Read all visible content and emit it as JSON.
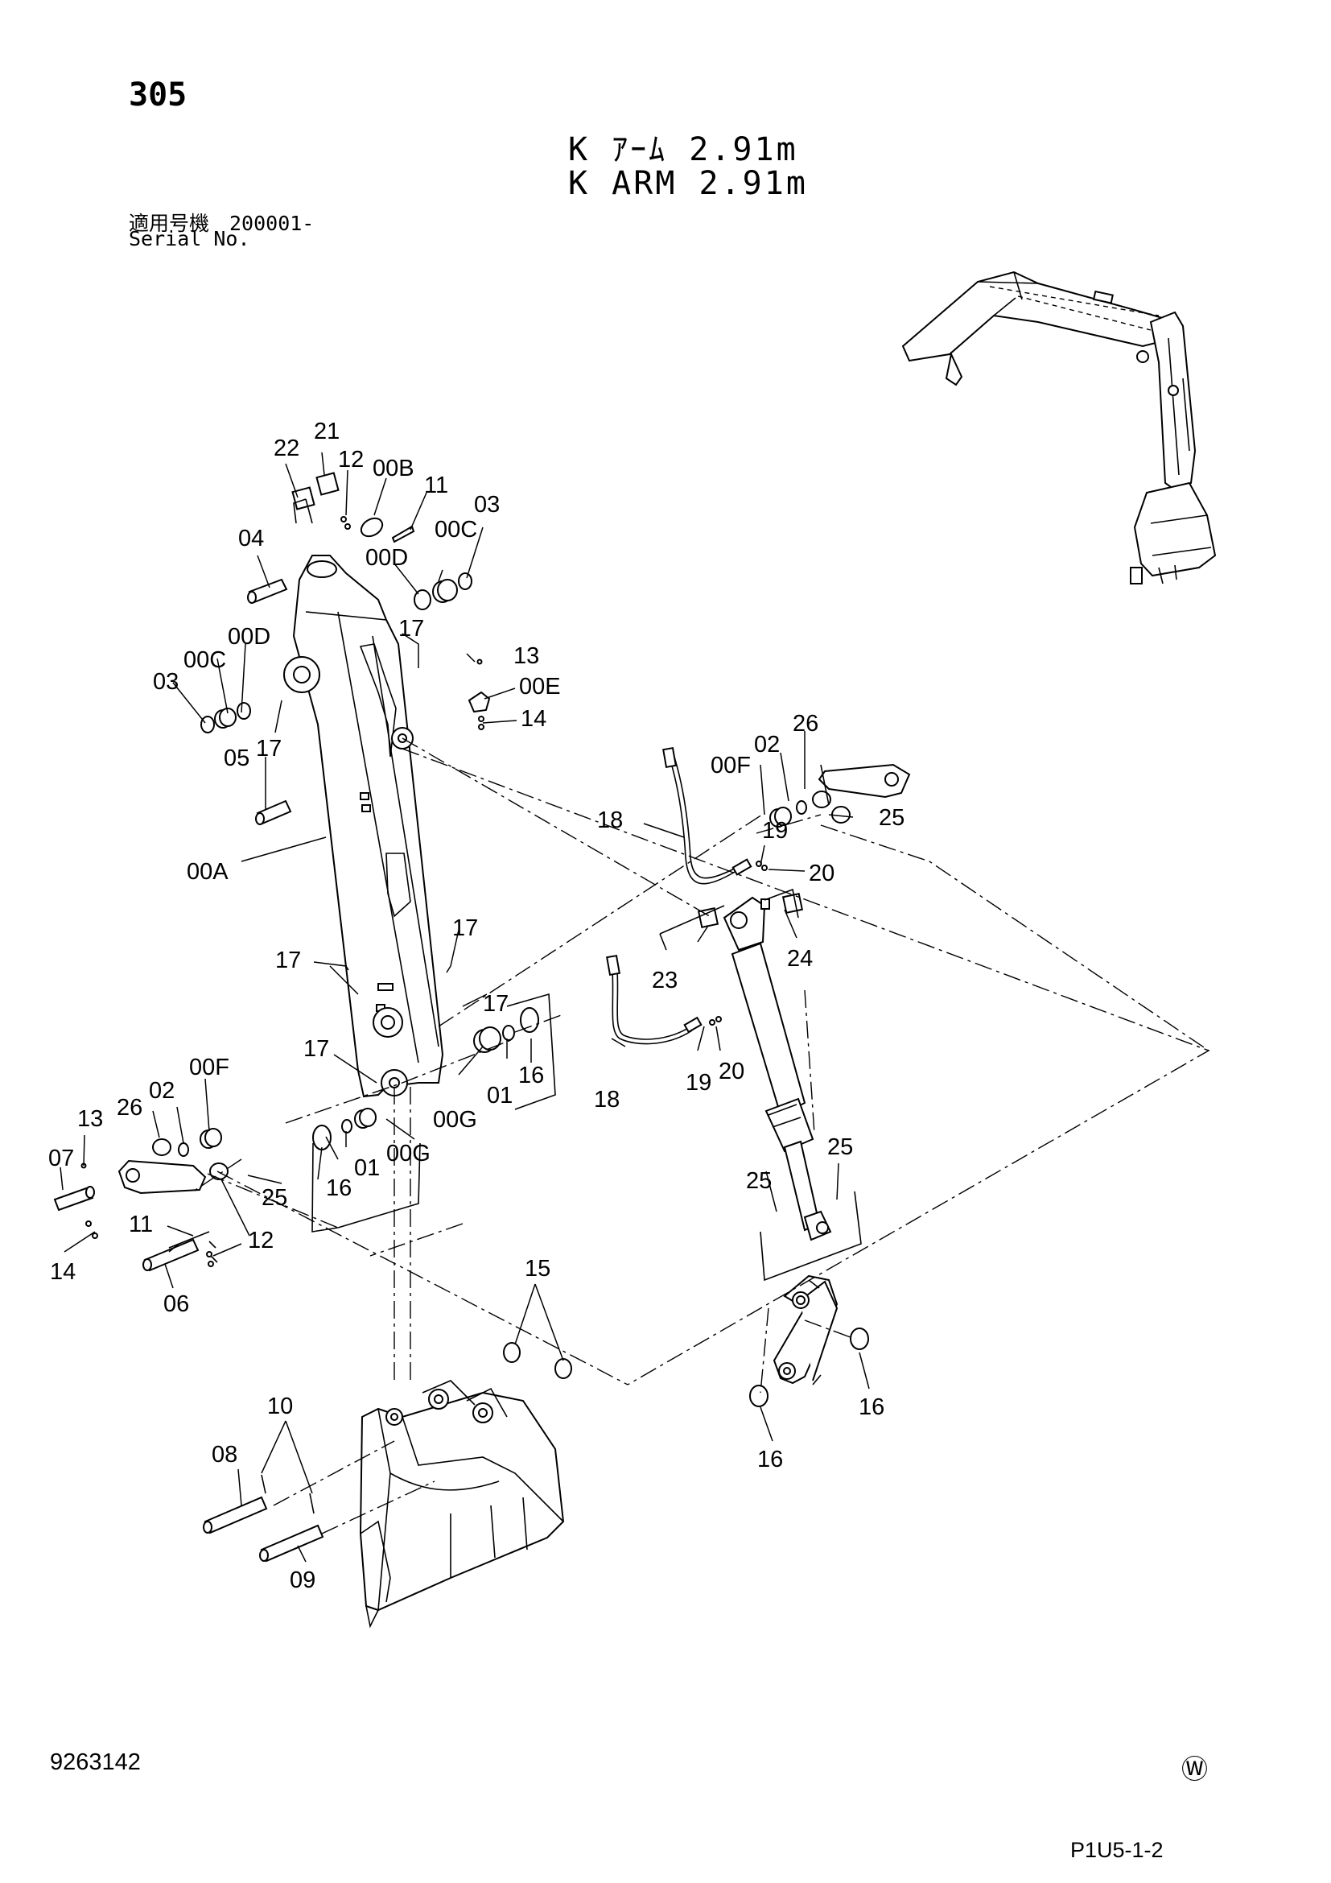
{
  "header": {
    "page_number": "305",
    "title_jp": "K ｱｰﾑ 2.91m",
    "title_en": "K ARM 2.91m",
    "serial_jp": "適用号機　200001-",
    "serial_en": "Serial No."
  },
  "footer": {
    "drawing_number": "9263142",
    "mark": "Ⓦ",
    "page_code": "P1U5-1-2"
  },
  "callouts": {
    "c22": "22",
    "c21": "21",
    "c12a": "12",
    "c00Ba": "00B",
    "c11a": "11",
    "c03a": "03",
    "c04": "04",
    "c00Ca": "00C",
    "c00Da": "00D",
    "c17a": "17",
    "c13a": "13",
    "c00E": "00E",
    "c14a": "14",
    "c00Db": "00D",
    "c00Cb": "00C",
    "c03b": "03",
    "c17b": "17",
    "c05": "05",
    "c02a": "02",
    "c26a": "26",
    "c00Fa": "00F",
    "c25a": "25",
    "c18a": "18",
    "c19a": "19",
    "c20a": "20",
    "c00A": "00A",
    "c24": "24",
    "c23": "23",
    "c17c": "17",
    "c17d": "17",
    "c17e": "17",
    "c17f": "17",
    "c16a": "16",
    "c01a": "01",
    "c00G": "00G",
    "c00Gb": "00G",
    "c18b": "18",
    "c19b": "19",
    "c20b": "20",
    "c00Fb": "00F",
    "c02b": "02",
    "c26b": "26",
    "c13b": "13",
    "c07": "07",
    "c01b": "01",
    "c16b": "16",
    "c25b": "25",
    "c11b": "11",
    "c12b": "12",
    "c14b": "14",
    "c06": "06",
    "c25c": "25",
    "c25d": "25",
    "c15": "15",
    "c10": "10",
    "c08": "08",
    "c09": "09",
    "c16c": "16",
    "c16d": "16"
  }
}
